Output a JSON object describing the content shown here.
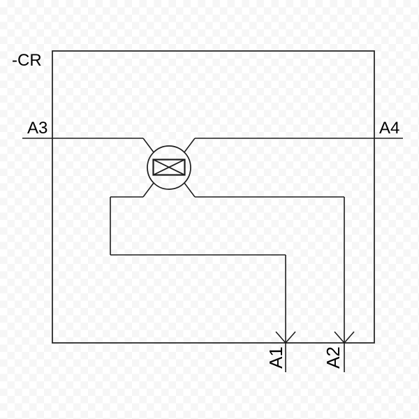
{
  "diagram": {
    "device_label": "-CR",
    "terminals": {
      "a3": "A3",
      "a4": "A4",
      "a1": "A1",
      "a2": "A2"
    },
    "symbol_name": "relay-coil",
    "colors": {
      "line": "#1d1d1d",
      "text": "#000000",
      "background": "#ffffff"
    }
  }
}
